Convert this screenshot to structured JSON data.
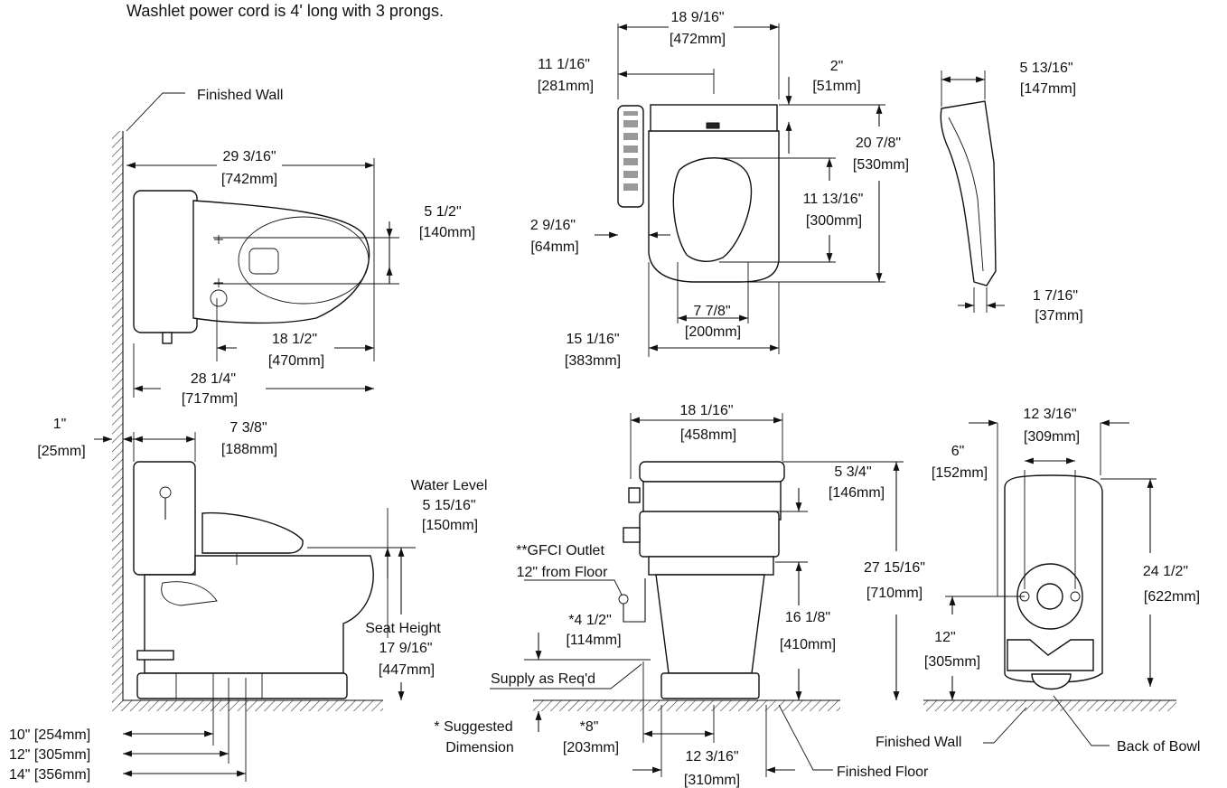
{
  "note": "Washlet power cord is 4' long with 3 prongs.",
  "labels": {
    "finished_wall": "Finished Wall",
    "finished_wall_2": "Finished Wall",
    "finished_floor": "Finished Floor",
    "back_of_bowl": "Back of Bowl",
    "water_level": "Water Level",
    "seat_height": "Seat Height",
    "gfci_1": "**GFCI Outlet",
    "gfci_2": "12\" from Floor",
    "supply": "Supply as Req'd",
    "suggested_1": "* Suggested",
    "suggested_2": "Dimension"
  },
  "dims": {
    "d29": {
      "in": "29 3/16\"",
      "mm": "[742mm]"
    },
    "d5h": {
      "in": "5 1/2\"",
      "mm": "[140mm]"
    },
    "d18h": {
      "in": "18 1/2\"",
      "mm": "[470mm]"
    },
    "d28": {
      "in": "28 1/4\"",
      "mm": "[717mm]"
    },
    "d1": {
      "in": "1\"",
      "mm": "[25mm]"
    },
    "d7": {
      "in": "7 3/8\"",
      "mm": "[188mm]"
    },
    "d5w": {
      "in": "5 15/16\"",
      "mm": "[150mm]"
    },
    "d17": {
      "in": "17 9/16\"",
      "mm": "[447mm]"
    },
    "d10": "10\" [254mm]",
    "d12r": "12\" [305mm]",
    "d14": "14\" [356mm]",
    "d18s": {
      "in": "18 9/16\"",
      "mm": "[472mm]"
    },
    "d11a": {
      "in": "11 1/16\"",
      "mm": "[281mm]"
    },
    "d2": {
      "in": "2\"",
      "mm": "[51mm]"
    },
    "d20": {
      "in": "20 7/8\"",
      "mm": "[530mm]"
    },
    "d11b": {
      "in": "11 13/16\"",
      "mm": "[300mm]"
    },
    "d2s": {
      "in": "2 9/16\"",
      "mm": "[64mm]"
    },
    "d7s": {
      "in": "7 7/8\"",
      "mm": "[200mm]"
    },
    "d15": {
      "in": "15 1/16\"",
      "mm": "[383mm]"
    },
    "d5p": {
      "in": "5 13/16\"",
      "mm": "[147mm]"
    },
    "d1p": {
      "in": "1 7/16\"",
      "mm": "[37mm]"
    },
    "d18f": {
      "in": "18 1/16\"",
      "mm": "[458mm]"
    },
    "d5f": {
      "in": "5 3/4\"",
      "mm": "[146mm]"
    },
    "d27": {
      "in": "27 15/16\"",
      "mm": "[710mm]"
    },
    "d16": {
      "in": "16 1/8\"",
      "mm": "[410mm]"
    },
    "d4": {
      "in": "*4 1/2\"",
      "mm": "[114mm]"
    },
    "d8": {
      "in": "*8\"",
      "mm": "[203mm]"
    },
    "d12f": {
      "in": "12 3/16\"",
      "mm": "[310mm]"
    },
    "d12b": {
      "in": "12 3/16\"",
      "mm": "[309mm]"
    },
    "d6": {
      "in": "6\"",
      "mm": "[152mm]"
    },
    "d24": {
      "in": "24 1/2\"",
      "mm": "[622mm]"
    },
    "d12h": {
      "in": "12\"",
      "mm": "[305mm]"
    }
  }
}
